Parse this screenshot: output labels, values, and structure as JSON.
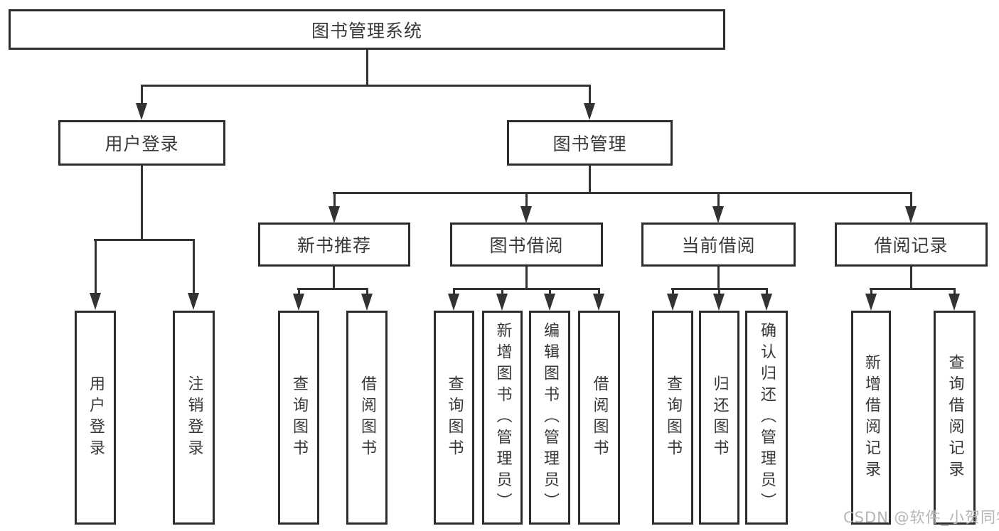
{
  "diagram": {
    "root": {
      "label": "图书管理系统"
    },
    "level2": [
      {
        "label": "用户登录"
      },
      {
        "label": "图书管理"
      }
    ],
    "level3": [
      {
        "label": "新书推荐"
      },
      {
        "label": "图书借阅"
      },
      {
        "label": "当前借阅"
      },
      {
        "label": "借阅记录"
      }
    ],
    "leaves": [
      {
        "label": "用户登录"
      },
      {
        "label": "注销登录"
      },
      {
        "label": "查询图书"
      },
      {
        "label": "借阅图书"
      },
      {
        "label": "查询图书"
      },
      {
        "label": "新增图书（管理员）"
      },
      {
        "label": "编辑图书（管理员）"
      },
      {
        "label": "借阅图书"
      },
      {
        "label": "查询图书"
      },
      {
        "label": "归还图书"
      },
      {
        "label": "确认归还（管理员）"
      },
      {
        "label": "新增借阅记录"
      },
      {
        "label": "查询借阅记录"
      }
    ]
  },
  "watermark": {
    "text": "CSDN @软件_小贺同学"
  },
  "colors": {
    "line": "#333333",
    "box_border": "#2d2d2d",
    "text": "#383838",
    "watermark": "#b5b5b5",
    "background": "#ffffff"
  }
}
